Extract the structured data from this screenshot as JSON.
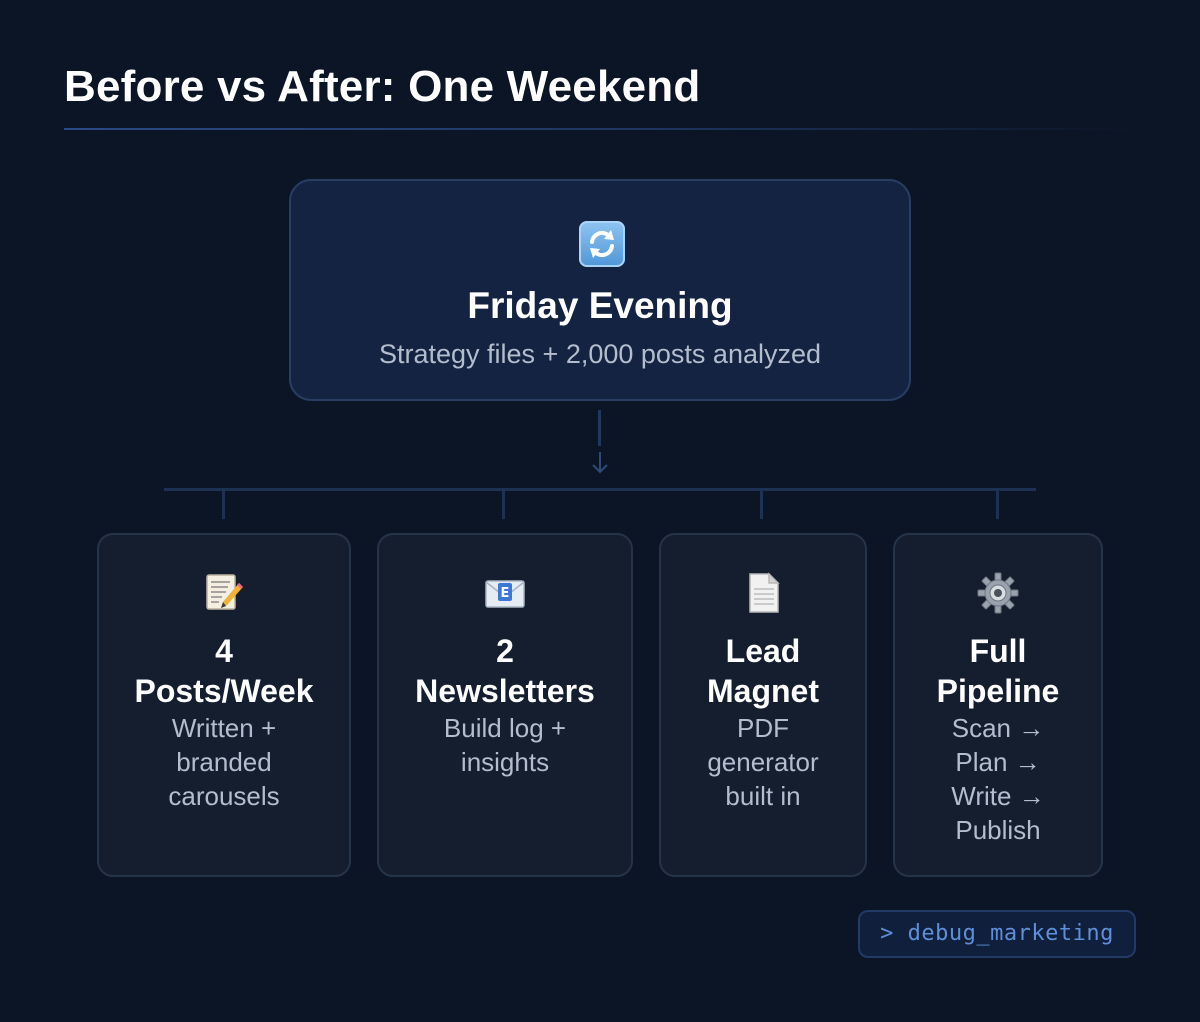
{
  "title": "Before vs After: One Weekend",
  "top_card": {
    "icon": "counterclockwise-arrows-icon",
    "title": "Friday Evening",
    "subtitle": "Strategy files + 2,000 posts analyzed"
  },
  "connector": {
    "arrow": "↓"
  },
  "outputs": [
    {
      "icon": "memo-icon",
      "heading_line1": "4",
      "heading_line2": "Posts/Week",
      "desc_line1": "Written +",
      "desc_line2": "branded",
      "desc_line3": "carousels",
      "desc_line4": ""
    },
    {
      "icon": "e-mail-icon",
      "heading_line1": "2",
      "heading_line2": "Newsletters",
      "desc_line1": "Build log +",
      "desc_line2": "insights",
      "desc_line3": "",
      "desc_line4": ""
    },
    {
      "icon": "page-facing-up-icon",
      "heading_line1": "Lead",
      "heading_line2": "Magnet",
      "desc_line1": "PDF",
      "desc_line2": "generator",
      "desc_line3": "built in",
      "desc_line4": ""
    },
    {
      "icon": "gear-icon",
      "heading_line1": "Full",
      "heading_line2": "Pipeline",
      "desc_line1": "Scan →",
      "desc_line2": "Plan →",
      "desc_line3": "Write →",
      "desc_line4": "Publish"
    }
  ],
  "badge": {
    "label": "> debug_marketing"
  },
  "colors": {
    "background": "#0b1526",
    "top_card_bg": "#132341",
    "card_bg": "#141e2f",
    "accent": "#5f8fd8",
    "muted_text": "#b3bdcd"
  }
}
